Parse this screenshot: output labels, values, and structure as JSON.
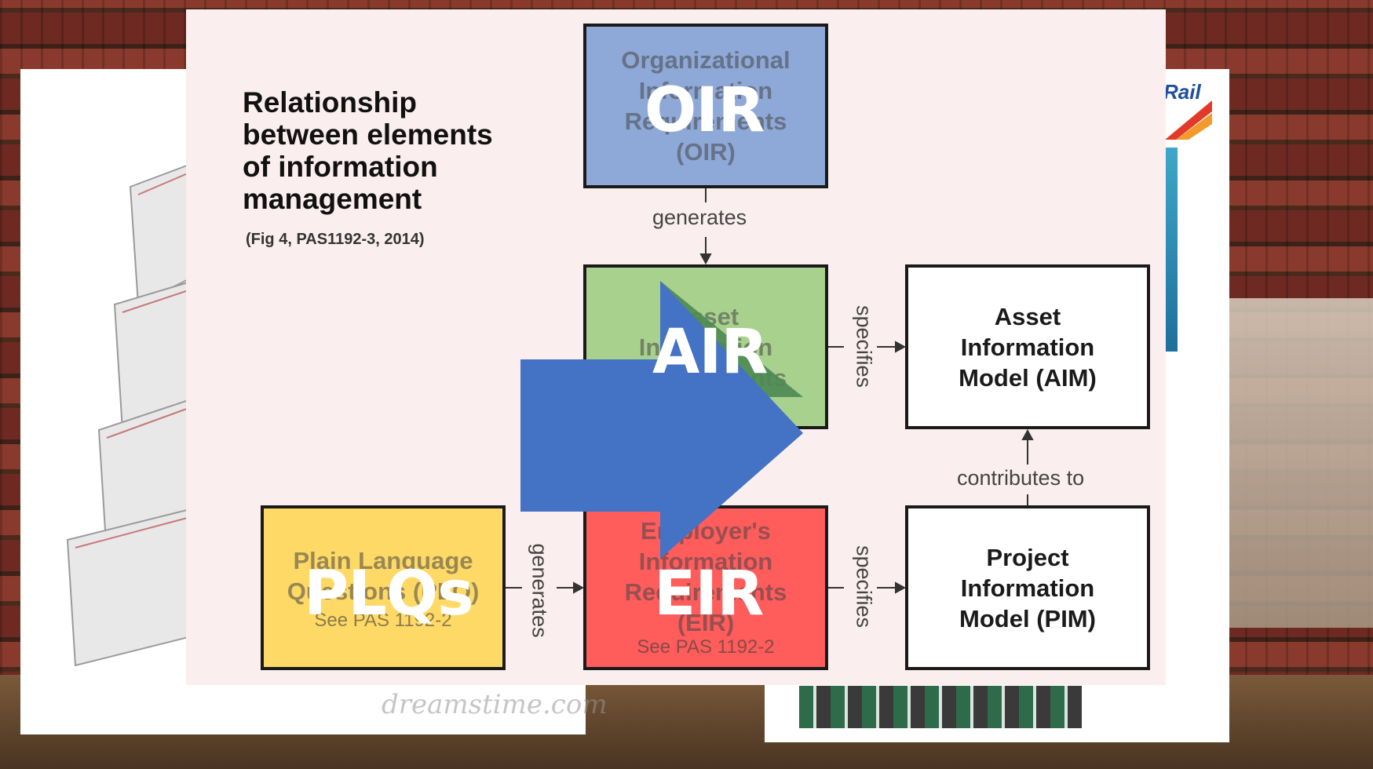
{
  "slide": {
    "title_lines": [
      "Relationship",
      "between elements",
      "of information",
      "management"
    ],
    "citation": "(Fig 4, PAS1192-3, 2014)"
  },
  "boxes": {
    "oir": {
      "text": "Organizational\nInformation\nRequirements\n(OIR)",
      "color": "#8ea9d8"
    },
    "air": {
      "text": "Asset\nInformation\nRequirements",
      "color": "#a9d18e"
    },
    "plq": {
      "text": "Plain Language\nQuestions (PLQ)",
      "sub": "See PAS 1192-2",
      "color": "#ffd966"
    },
    "eir": {
      "text": "Employer's\nInformation\nRequirements\n(EIR)",
      "sub": "See PAS 1192-2",
      "color": "#ff5c5c"
    },
    "aim": {
      "text": "Asset\nInformation\nModel (AIM)"
    },
    "pim": {
      "text": "Project\nInformation\nModel (PIM)"
    }
  },
  "connectors": {
    "oir_air": "generates",
    "plq_eir": "generates",
    "air_aim": "specifies",
    "eir_pim": "specifies",
    "pim_aim": "contributes to"
  },
  "overlays": {
    "oir": "OIR",
    "air": "AIR",
    "eir": "EIR",
    "plqs": "PLQs"
  },
  "background": {
    "watermark": "dreamstime.com",
    "logo_text": "Rail"
  }
}
